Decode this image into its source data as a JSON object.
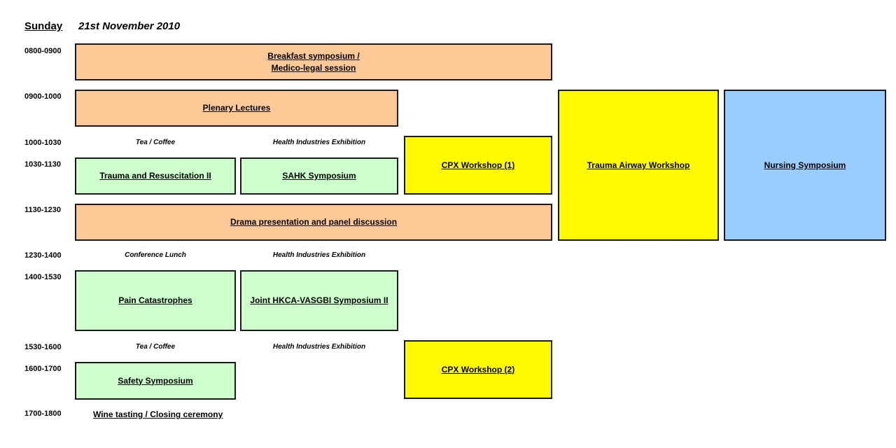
{
  "header": {
    "day": "Sunday",
    "date": "21st November 2010"
  },
  "times": [
    "0800-0900",
    "0900-1000",
    "1000-1030",
    "1030-1130",
    "1130-1230",
    "1230-1400",
    "1400-1530",
    "1530-1600",
    "1600-1700",
    "1700-1800"
  ],
  "sessions": {
    "breakfast": "Breakfast symposium /\nMedico-legal session",
    "plenary": "Plenary Lectures",
    "trauma_resus": "Trauma and Resuscitation II",
    "sahk": "SAHK Symposium",
    "cpx1": "CPX Workshop (1)",
    "trauma_airway": "Trauma Airway Workshop",
    "nursing": "Nursing Symposium",
    "drama": "Drama presentation and panel discussion",
    "pain": "Pain Catastrophes",
    "joint": "Joint HKCA-VASGBI Symposium II",
    "cpx2": "CPX Workshop (2)",
    "safety": "Safety Symposium"
  },
  "notes": {
    "tea1": "Tea / Coffee",
    "exhibition1": "Health Industries Exhibition",
    "lunch": "Conference Lunch",
    "exhibition2": "Health Industries Exhibition",
    "tea2": "Tea / Coffee",
    "exhibition3": "Health Industries Exhibition",
    "closing": "Wine tasting / Closing ceremony"
  },
  "colors": {
    "orange": "#fdc997",
    "green": "#ccffcc",
    "yellow": "#fffa00",
    "blue": "#99ccff"
  }
}
